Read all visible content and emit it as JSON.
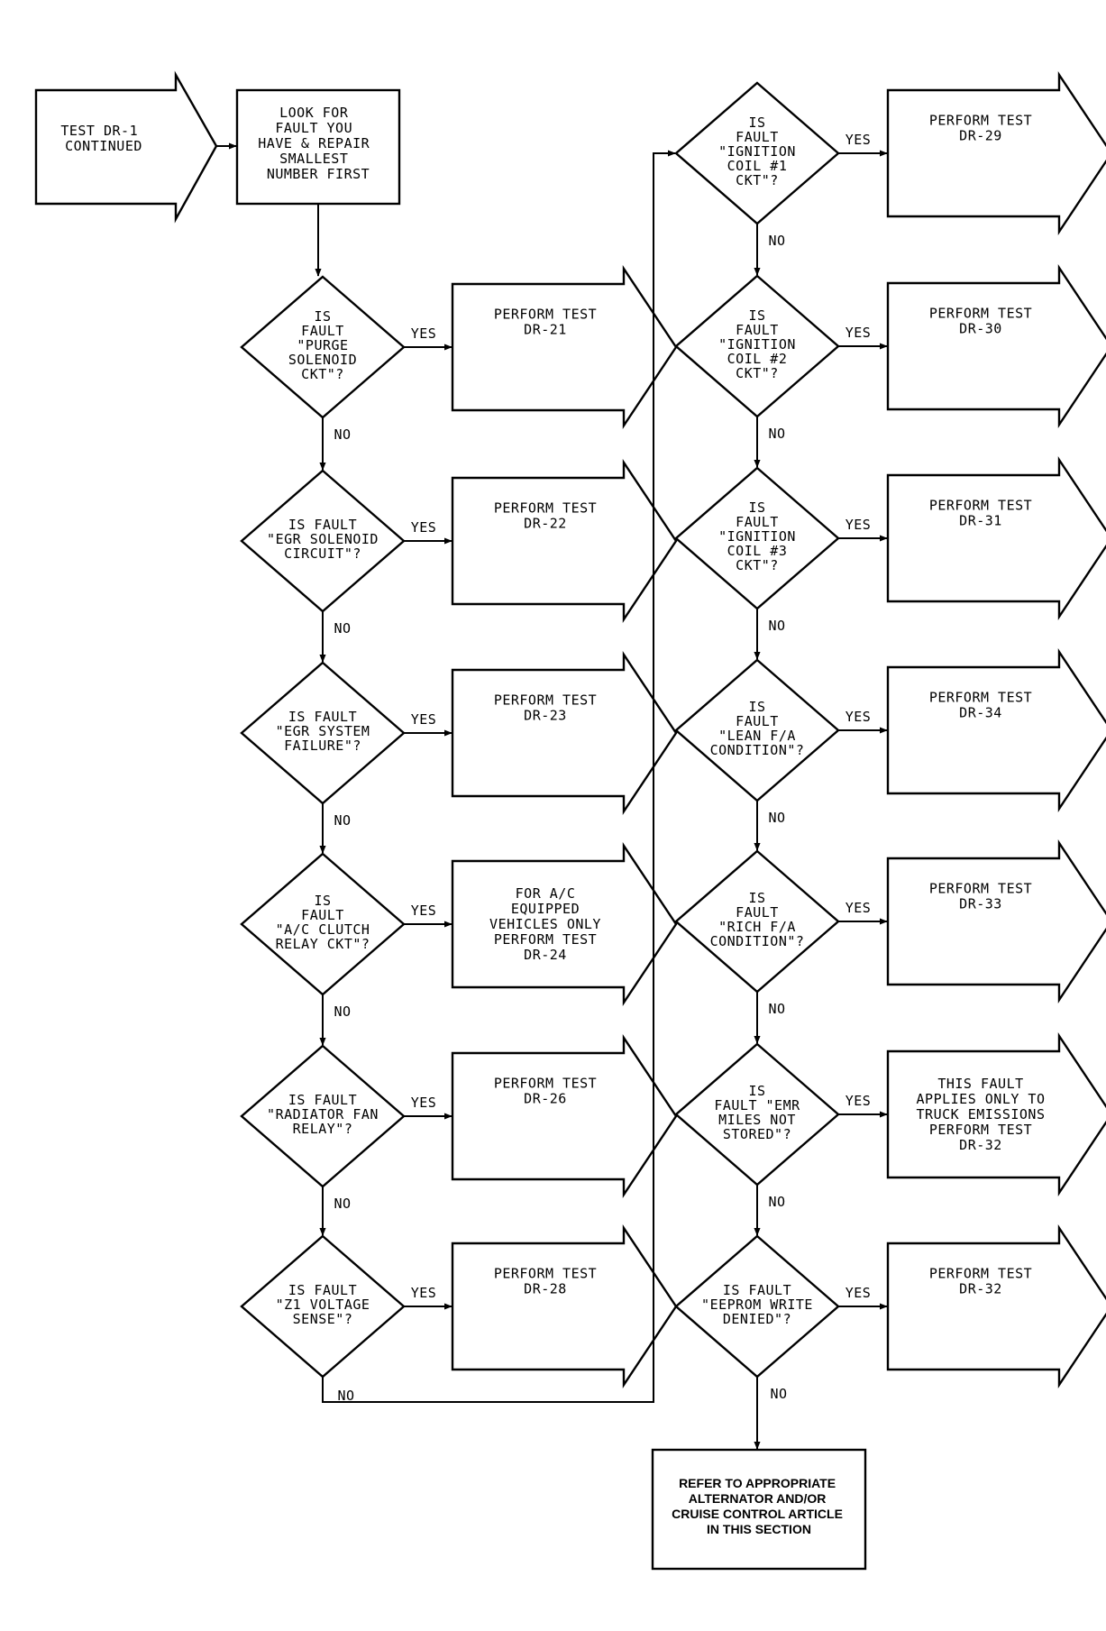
{
  "start": {
    "lines": [
      "TEST DR-1",
      "CONTINUED"
    ]
  },
  "intro": {
    "lines": [
      "LOOK FOR",
      "FAULT YOU",
      "HAVE & REPAIR",
      "SMALLEST",
      "NUMBER FIRST"
    ]
  },
  "labels": {
    "yes": "YES",
    "no": "NO"
  },
  "left_column": [
    {
      "question": [
        "IS",
        "FAULT",
        "\"PURGE",
        "SOLENOID",
        "CKT\"?"
      ],
      "action": [
        "PERFORM TEST",
        "DR-21"
      ]
    },
    {
      "question": [
        "IS FAULT",
        "\"EGR SOLENOID",
        "CIRCUIT\"?"
      ],
      "action": [
        "PERFORM TEST",
        "DR-22"
      ]
    },
    {
      "question": [
        "IS FAULT",
        "\"EGR SYSTEM",
        "FAILURE\"?"
      ],
      "action": [
        "PERFORM TEST",
        "DR-23"
      ]
    },
    {
      "question": [
        "IS",
        "FAULT",
        "\"A/C CLUTCH",
        "RELAY CKT\"?"
      ],
      "action": [
        "FOR A/C",
        "EQUIPPED",
        "VEHICLES ONLY",
        "PERFORM TEST",
        "DR-24"
      ]
    },
    {
      "question": [
        "IS FAULT",
        "\"RADIATOR FAN",
        "RELAY\"?"
      ],
      "action": [
        "PERFORM TEST",
        "DR-26"
      ]
    },
    {
      "question": [
        "IS FAULT",
        "\"Z1 VOLTAGE",
        "SENSE\"?"
      ],
      "action": [
        "PERFORM TEST",
        "DR-28"
      ]
    }
  ],
  "right_column": [
    {
      "question": [
        "IS",
        "FAULT",
        "\"IGNITION",
        "COIL #1",
        "CKT\"?"
      ],
      "action": [
        "PERFORM TEST",
        "DR-29"
      ]
    },
    {
      "question": [
        "IS",
        "FAULT",
        "\"IGNITION",
        "COIL #2",
        "CKT\"?"
      ],
      "action": [
        "PERFORM TEST",
        "DR-30"
      ]
    },
    {
      "question": [
        "IS",
        "FAULT",
        "\"IGNITION",
        "COIL #3",
        "CKT\"?"
      ],
      "action": [
        "PERFORM TEST",
        "DR-31"
      ]
    },
    {
      "question": [
        "IS",
        "FAULT",
        "\"LEAN F/A",
        "CONDITION\"?"
      ],
      "action": [
        "PERFORM TEST",
        "DR-34"
      ]
    },
    {
      "question": [
        "IS",
        "FAULT",
        "\"RICH F/A",
        "CONDITION\"?"
      ],
      "action": [
        "PERFORM TEST",
        "DR-33"
      ]
    },
    {
      "question": [
        "IS",
        "FAULT \"EMR",
        "MILES NOT",
        "STORED\"?"
      ],
      "action": [
        "THIS FAULT",
        "APPLIES ONLY TO",
        "TRUCK EMISSIONS",
        "PERFORM TEST",
        "DR-32"
      ]
    },
    {
      "question": [
        "IS FAULT",
        "\"EEPROM WRITE",
        "DENIED\"?"
      ],
      "action": [
        "PERFORM TEST",
        "DR-32"
      ]
    }
  ],
  "final": {
    "lines": [
      "REFER TO APPROPRIATE",
      "ALTERNATOR AND/OR",
      "CRUISE CONTROL ARTICLE",
      "IN THIS SECTION"
    ]
  }
}
